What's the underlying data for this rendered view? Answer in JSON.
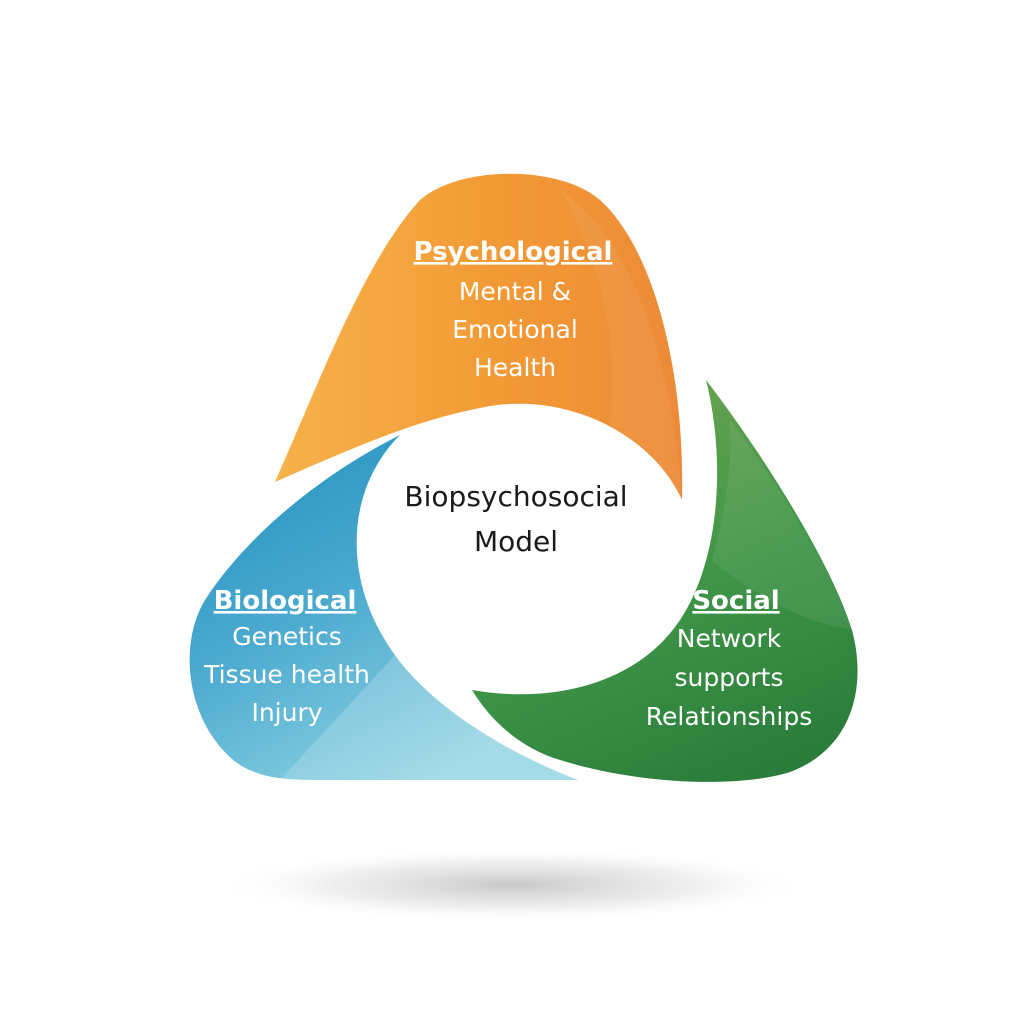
{
  "diagram": {
    "center": {
      "line1": "Biopsychosocial",
      "line2": "Model"
    },
    "segments": {
      "psychological": {
        "heading": "Psychological",
        "lines": [
          "Mental &",
          "Emotional",
          "Health"
        ],
        "colors": {
          "light": "#f7b24a",
          "mid": "#f29a35",
          "dark": "#ec8a38"
        }
      },
      "biological": {
        "heading": "Biological",
        "lines": [
          "Genetics",
          "Tissue health",
          "Injury"
        ],
        "colors": {
          "dark": "#1f8fbd",
          "mid": "#4aa9cf",
          "light": "#8fd3e2"
        }
      },
      "social": {
        "heading": "Social",
        "lines": [
          "Network",
          "supports",
          "Relationships"
        ],
        "colors": {
          "light": "#6da552",
          "mid": "#3e9447",
          "dark": "#2a7d3a"
        }
      }
    }
  }
}
